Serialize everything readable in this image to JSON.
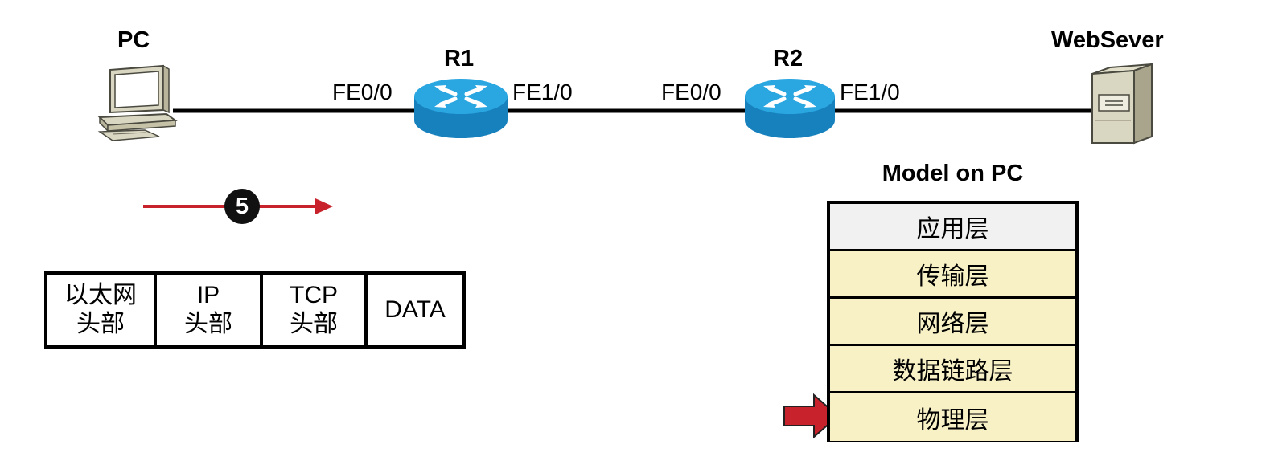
{
  "devices": {
    "pc": "PC",
    "r1": "R1",
    "r2": "R2",
    "webserver": "WebSever"
  },
  "interfaces": {
    "r1_left": "FE0/0",
    "r1_right": "FE1/0",
    "r2_left": "FE0/0",
    "r2_right": "FE1/0"
  },
  "step": {
    "number": "5"
  },
  "packet": {
    "cells": [
      {
        "line1": "以太网",
        "line2": "头部"
      },
      {
        "line1": "IP",
        "line2": "头部"
      },
      {
        "line1": "TCP",
        "line2": "头部"
      },
      {
        "line1": "DATA",
        "line2": ""
      }
    ]
  },
  "model": {
    "title": "Model on PC",
    "layers": [
      "应用层",
      "传输层",
      "网络层",
      "数据链路层",
      "物理层"
    ],
    "current_layer": "物理层"
  },
  "colors": {
    "arrow": "#c8232c",
    "router": "#1f9bd7",
    "layer_fill": "#f8f1c6",
    "top_layer_fill": "#f1f1f1"
  }
}
